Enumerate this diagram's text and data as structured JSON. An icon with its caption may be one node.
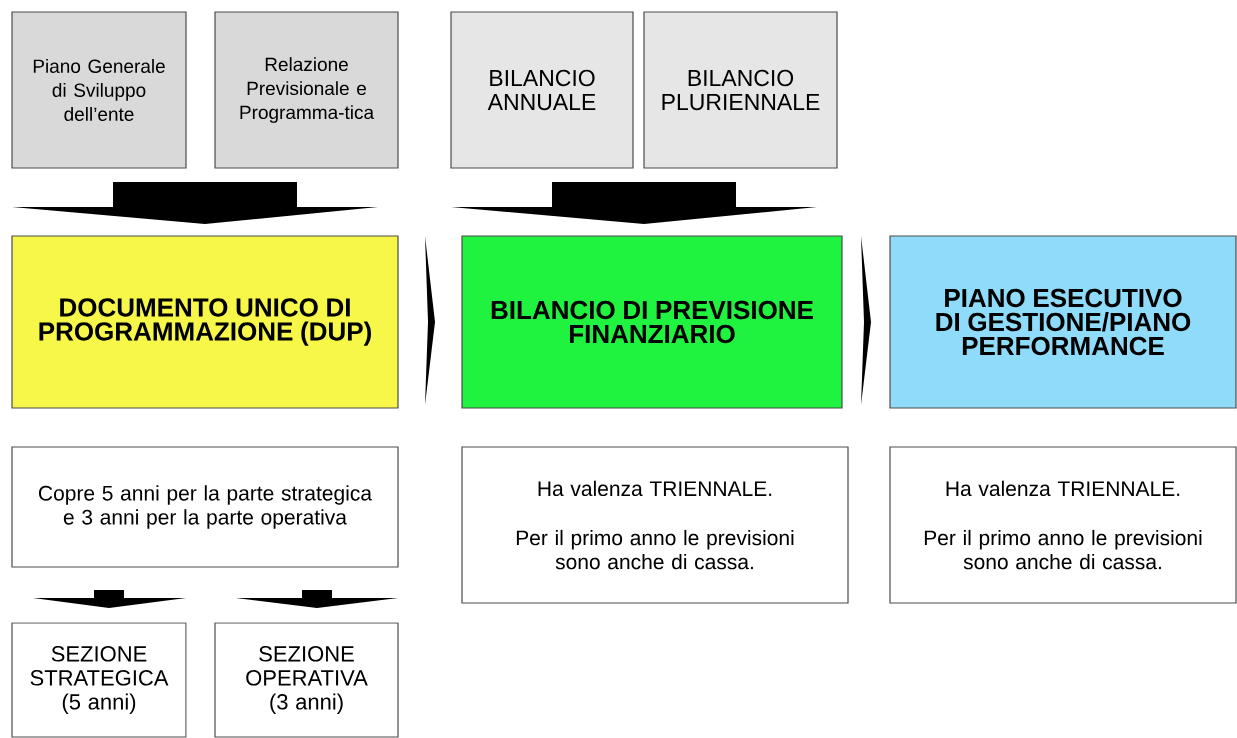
{
  "diagram": {
    "nodes": [
      {
        "text": [
          "Piano Generale di Sviluppo dell’ente"
        ]
      },
      {
        "text": [
          "Relazione Previsionale e Programma-tica"
        ]
      },
      {
        "text": [
          "BILANCIO ANNUALE"
        ]
      },
      {
        "text": [
          "BILANCIO PLURIENNALE"
        ]
      },
      {
        "text": [
          "DOCUMENTO UNICO DI PROGRAMMAZIONE (DUP)"
        ]
      },
      {
        "text": [
          "BILANCIO DI PREVISIONE FINANZIARIO"
        ]
      },
      {
        "text": [
          "PIANO ESECUTIVO DI GESTIONE/PIANO PERFORMANCE"
        ]
      },
      {
        "text": [
          "Copre 5 anni per la parte strategica e 3 anni per la parte operativa"
        ]
      },
      {
        "text": [
          "Ha valenza TRIENNALE.",
          "Per il primo anno le previsioni sono anche di cassa."
        ]
      },
      {
        "text": [
          "Ha valenza TRIENNALE.",
          "Per il primo anno le previsioni sono anche di cassa."
        ]
      },
      {
        "text": [
          "SEZIONE STRATEGICA (5 anni)"
        ]
      },
      {
        "text": [
          "SEZIONE OPERATIVA (3 anni)"
        ]
      }
    ],
    "edges": [
      {
        "from": 0,
        "to": 4,
        "arrow": "to"
      },
      {
        "from": 1,
        "to": 4,
        "arrow": "to"
      },
      {
        "from": 2,
        "to": 5,
        "arrow": "to"
      },
      {
        "from": 3,
        "to": 5,
        "arrow": "to"
      },
      {
        "from": 4,
        "to": 5,
        "arrow": "to"
      },
      {
        "from": 5,
        "to": 6,
        "arrow": "to"
      },
      {
        "from": 7,
        "to": 10,
        "arrow": "to"
      },
      {
        "from": 7,
        "to": 11,
        "arrow": "to"
      }
    ]
  }
}
